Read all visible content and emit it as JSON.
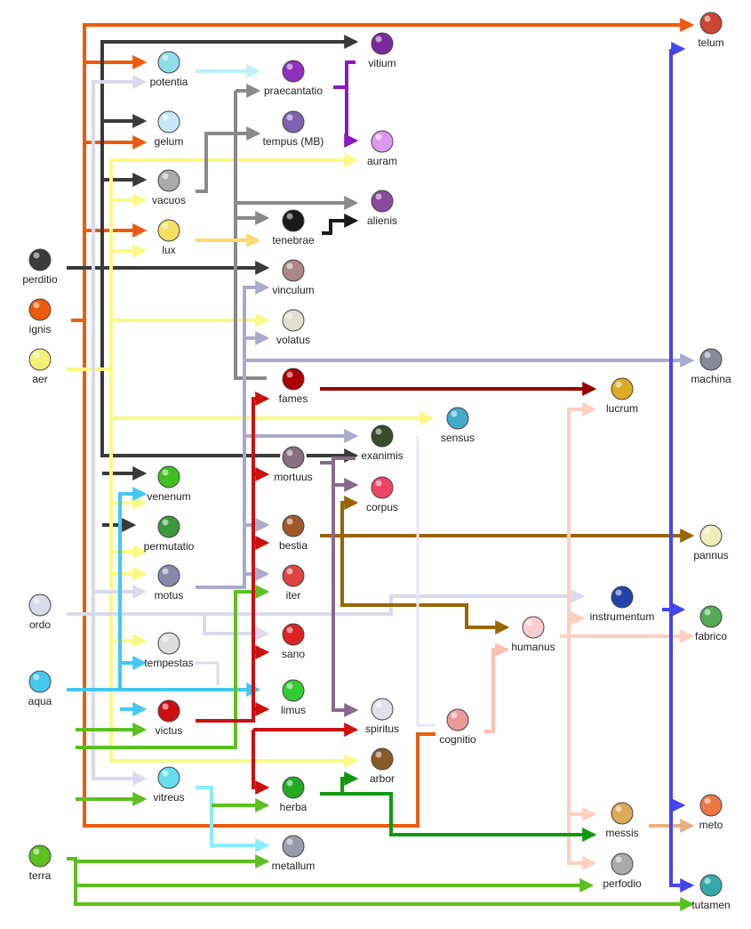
{
  "colors": {
    "perditio": "#3a3a3a",
    "ignis": "#ee5a0c",
    "aer": "#fafa82",
    "ordo": "#dadaee",
    "aqua": "#44c8f0",
    "terra": "#5cc01e",
    "vitium": "#8a1ac4",
    "praecantatio": "#8a8a8a",
    "tenebrae": "#1a1a1a",
    "lux": "#fdd870",
    "potentia": "#bff0fa",
    "motus": "#aaaacc",
    "victus": "#cc1010",
    "fames": "#990000",
    "bestia": "#996600",
    "mortuus": "#886a8a",
    "humanus": "#ffcfbf",
    "cognitio": "#ffc0b0",
    "sensus": "#e6e6fa",
    "herba": "#109910",
    "metallum": "#909090",
    "instrumentum": "#4545ee",
    "messis": "#e8b080",
    "gelum": "#c8e8f8",
    "vitreus": "#88eeff"
  },
  "aspects": [
    {
      "id": "perditio",
      "label": "perditio",
      "icon": "perditio-icon",
      "color": "#3a3a3a"
    },
    {
      "id": "ignis",
      "label": "ignis",
      "icon": "ignis-icon",
      "color": "#ee5a0c"
    },
    {
      "id": "aer",
      "label": "aer",
      "icon": "aer-icon",
      "color": "#f4f07a"
    },
    {
      "id": "ordo",
      "label": "ordo",
      "icon": "ordo-icon",
      "color": "#dadaee"
    },
    {
      "id": "aqua",
      "label": "aqua",
      "icon": "aqua-icon",
      "color": "#44c8f0"
    },
    {
      "id": "terra",
      "label": "terra",
      "icon": "terra-icon",
      "color": "#5cc01e"
    },
    {
      "id": "potentia",
      "label": "potentia",
      "icon": "potentia-icon",
      "color": "#8fdcea"
    },
    {
      "id": "gelum",
      "label": "gelum",
      "icon": "gelum-icon",
      "color": "#c8e8f8"
    },
    {
      "id": "vacuos",
      "label": "vacuos",
      "icon": "vacuos-icon",
      "color": "#aaaaaa"
    },
    {
      "id": "lux",
      "label": "lux",
      "icon": "lux-icon",
      "color": "#f4e060"
    },
    {
      "id": "venenum",
      "label": "venenum",
      "icon": "venenum-icon",
      "color": "#40c020"
    },
    {
      "id": "permutatio",
      "label": "permutatio",
      "icon": "permutatio-icon",
      "color": "#3a9a3a"
    },
    {
      "id": "motus",
      "label": "motus",
      "icon": "motus-icon",
      "color": "#8888aa"
    },
    {
      "id": "tempestas",
      "label": "tempestas",
      "icon": "tempestas-icon",
      "color": "#dddddd"
    },
    {
      "id": "victus",
      "label": "victus",
      "icon": "victus-icon",
      "color": "#cc1010"
    },
    {
      "id": "vitreus",
      "label": "vitreus",
      "icon": "vitreus-icon",
      "color": "#66ddee"
    },
    {
      "id": "praecantatio",
      "label": "praecantatio",
      "icon": "praecantatio-icon",
      "color": "#9030c0"
    },
    {
      "id": "tempus",
      "label": "tempus (MB)",
      "icon": "tempus-icon",
      "color": "#8060b0"
    },
    {
      "id": "tenebrae",
      "label": "tenebrae",
      "icon": "tenebrae-icon",
      "color": "#1a1a1a"
    },
    {
      "id": "vinculum",
      "label": "vinculum",
      "icon": "vinculum-icon",
      "color": "#aa8888"
    },
    {
      "id": "volatus",
      "label": "volatus",
      "icon": "volatus-icon",
      "color": "#e0e0d0"
    },
    {
      "id": "fames",
      "label": "fames",
      "icon": "fames-icon",
      "color": "#aa0000"
    },
    {
      "id": "mortuus",
      "label": "mortuus",
      "icon": "mortuus-icon",
      "color": "#887080"
    },
    {
      "id": "bestia",
      "label": "bestia",
      "icon": "bestia-icon",
      "color": "#a0582a"
    },
    {
      "id": "iter",
      "label": "iter",
      "icon": "iter-icon",
      "color": "#dd4444"
    },
    {
      "id": "sano",
      "label": "sano",
      "icon": "sano-icon",
      "color": "#dd2222"
    },
    {
      "id": "limus",
      "label": "limus",
      "icon": "limus-icon",
      "color": "#33cc33"
    },
    {
      "id": "herba",
      "label": "herba",
      "icon": "herba-icon",
      "color": "#22aa22"
    },
    {
      "id": "metallum",
      "label": "metallum",
      "icon": "metallum-icon",
      "color": "#9a9aaa"
    },
    {
      "id": "vitium",
      "label": "vitium",
      "icon": "vitium-icon",
      "color": "#7a2a9a"
    },
    {
      "id": "auram",
      "label": "auram",
      "icon": "auram-icon",
      "color": "#dd99ee"
    },
    {
      "id": "alienis",
      "label": "alienis",
      "icon": "alienis-icon",
      "color": "#8a4a9a"
    },
    {
      "id": "exanimis",
      "label": "exanimis",
      "icon": "exanimis-icon",
      "color": "#3a4a2a"
    },
    {
      "id": "corpus",
      "label": "corpus",
      "icon": "corpus-icon",
      "color": "#ee4466"
    },
    {
      "id": "sensus",
      "label": "sensus",
      "icon": "sensus-icon",
      "color": "#44aacc"
    },
    {
      "id": "spiritus",
      "label": "spiritus",
      "icon": "spiritus-icon",
      "color": "#e0e0e8"
    },
    {
      "id": "arbor",
      "label": "arbor",
      "icon": "arbor-icon",
      "color": "#8a5a2a"
    },
    {
      "id": "cognitio",
      "label": "cognitio",
      "icon": "cognitio-icon",
      "color": "#ee9999"
    },
    {
      "id": "humanus",
      "label": "humanus",
      "icon": "humanus-icon",
      "color": "#ffcccc"
    },
    {
      "id": "lucrum",
      "label": "lucrum",
      "icon": "lucrum-icon",
      "color": "#ddaa22"
    },
    {
      "id": "instrumentum",
      "label": "instrumentum",
      "icon": "instrumentum-icon",
      "color": "#2244aa"
    },
    {
      "id": "messis",
      "label": "messis",
      "icon": "messis-icon",
      "color": "#ddaa55"
    },
    {
      "id": "perfodio",
      "label": "perfodio",
      "icon": "perfodio-icon",
      "color": "#aaaaaa"
    },
    {
      "id": "telum",
      "label": "telum",
      "icon": "telum-icon",
      "color": "#cc4433"
    },
    {
      "id": "machina",
      "label": "machina",
      "icon": "machina-icon",
      "color": "#888899"
    },
    {
      "id": "pannus",
      "label": "pannus",
      "icon": "pannus-icon",
      "color": "#eeeebb"
    },
    {
      "id": "fabrico",
      "label": "fabrico",
      "icon": "fabrico-icon",
      "color": "#55aa55"
    },
    {
      "id": "meto",
      "label": "meto",
      "icon": "meto-icon",
      "color": "#ee7744"
    },
    {
      "id": "tutamen",
      "label": "tutamen",
      "icon": "tutamen-icon",
      "color": "#33aaaa"
    }
  ]
}
